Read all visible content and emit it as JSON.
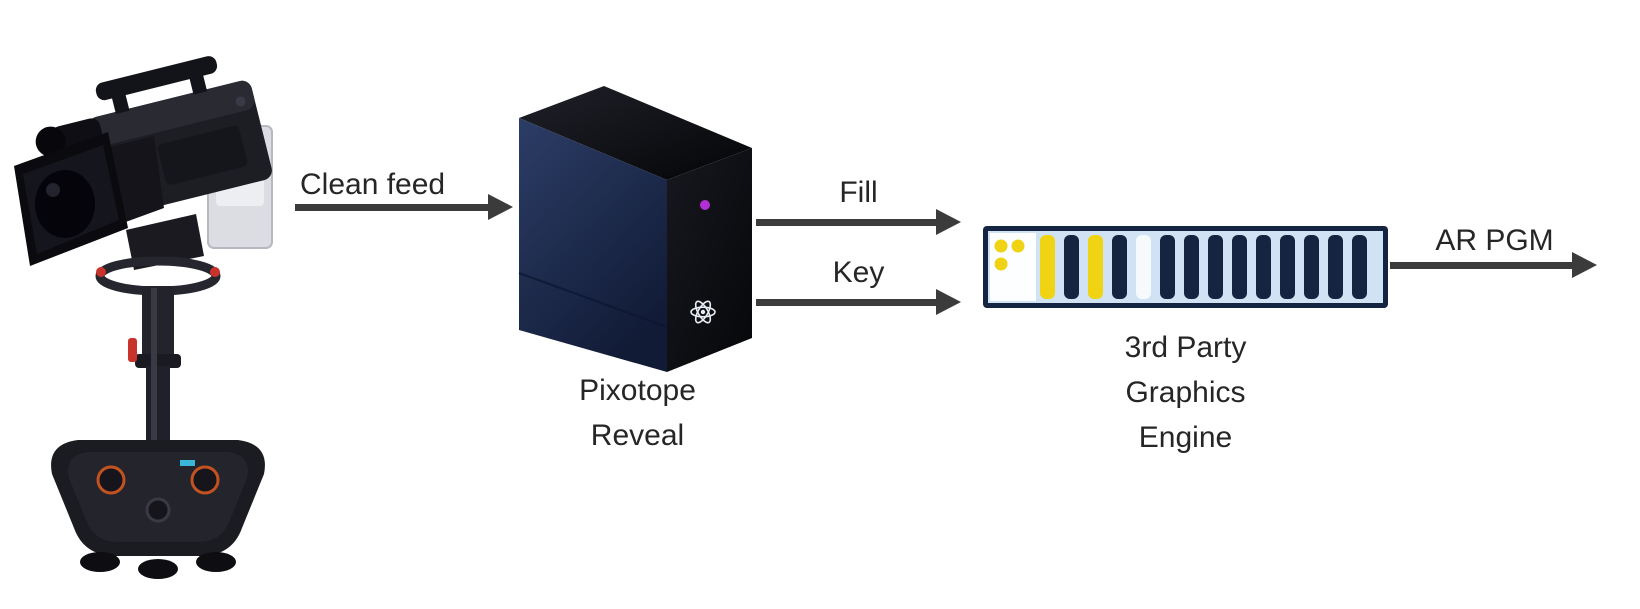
{
  "diagram": {
    "nodes": {
      "camera": {
        "icon": "tracked-broadcast-camera-on-pedestal"
      },
      "pixotope_reveal": {
        "label": "Pixotope\nReveal"
      },
      "graphics_engine": {
        "label": "3rd Party\nGraphics\nEngine"
      }
    },
    "edges": {
      "clean_feed": {
        "label": "Clean feed"
      },
      "fill": {
        "label": "Fill"
      },
      "key": {
        "label": "Key"
      },
      "ar_pgm": {
        "label": "AR PGM"
      }
    },
    "colors": {
      "background": "#ffffff",
      "text": "#262626",
      "arrow": "#3b3b3b",
      "server_front_top": "#2c3d66",
      "server_front_bottom": "#111b36",
      "server_dark": "#0a0b10",
      "engine_frame": "#152440",
      "engine_panel": "#cfe3f4",
      "engine_accent_yellow": "#f0d312",
      "led_purple": "#b12fd4"
    }
  }
}
